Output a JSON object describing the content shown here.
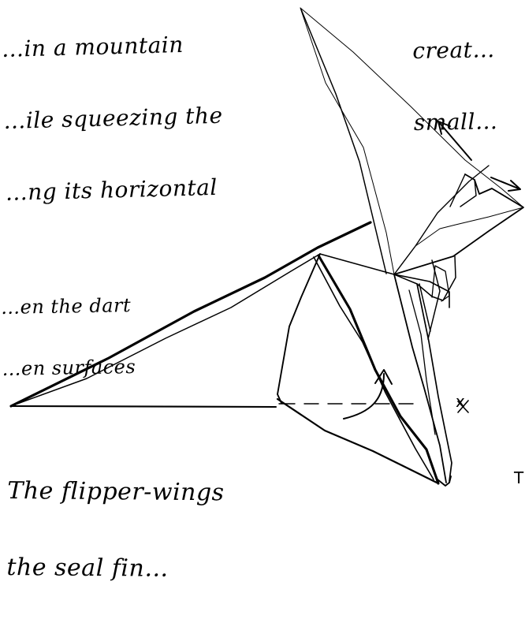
{
  "notes": {
    "top_left_line1": "…in a mountain",
    "top_left_line2": "…ile squeezing the",
    "top_left_line3": "…ng its horizontal",
    "top_right_line1": "creat…",
    "top_right_line2": "small…",
    "mid_left_line1": "…en the dart",
    "mid_left_line2": "…en surfaces",
    "bottom_left_line1": "The flipper-wings",
    "bottom_left_line2": "the seal fin…",
    "x_mark": "x",
    "fragment": "T"
  },
  "colors": {
    "ink": "#000000",
    "paper": "#ffffff"
  }
}
